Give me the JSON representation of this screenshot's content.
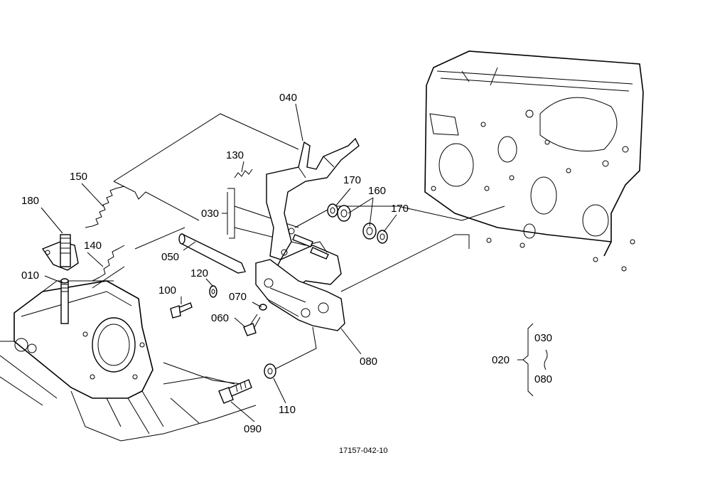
{
  "diagram": {
    "part_labels": {
      "p010": "010",
      "p020": "020",
      "p030": "030",
      "p040": "040",
      "p050": "050",
      "p060": "060",
      "p070": "070",
      "p080": "080",
      "p090": "090",
      "p100": "100",
      "p110": "110",
      "p120": "120",
      "p130": "130",
      "p140": "140",
      "p150": "150",
      "p160": "160",
      "p170a": "170",
      "p170b": "170",
      "p180": "180"
    },
    "assembly_group": {
      "parent": "020",
      "from": "030",
      "to": "080"
    },
    "reference_number": "17157-042-10"
  }
}
